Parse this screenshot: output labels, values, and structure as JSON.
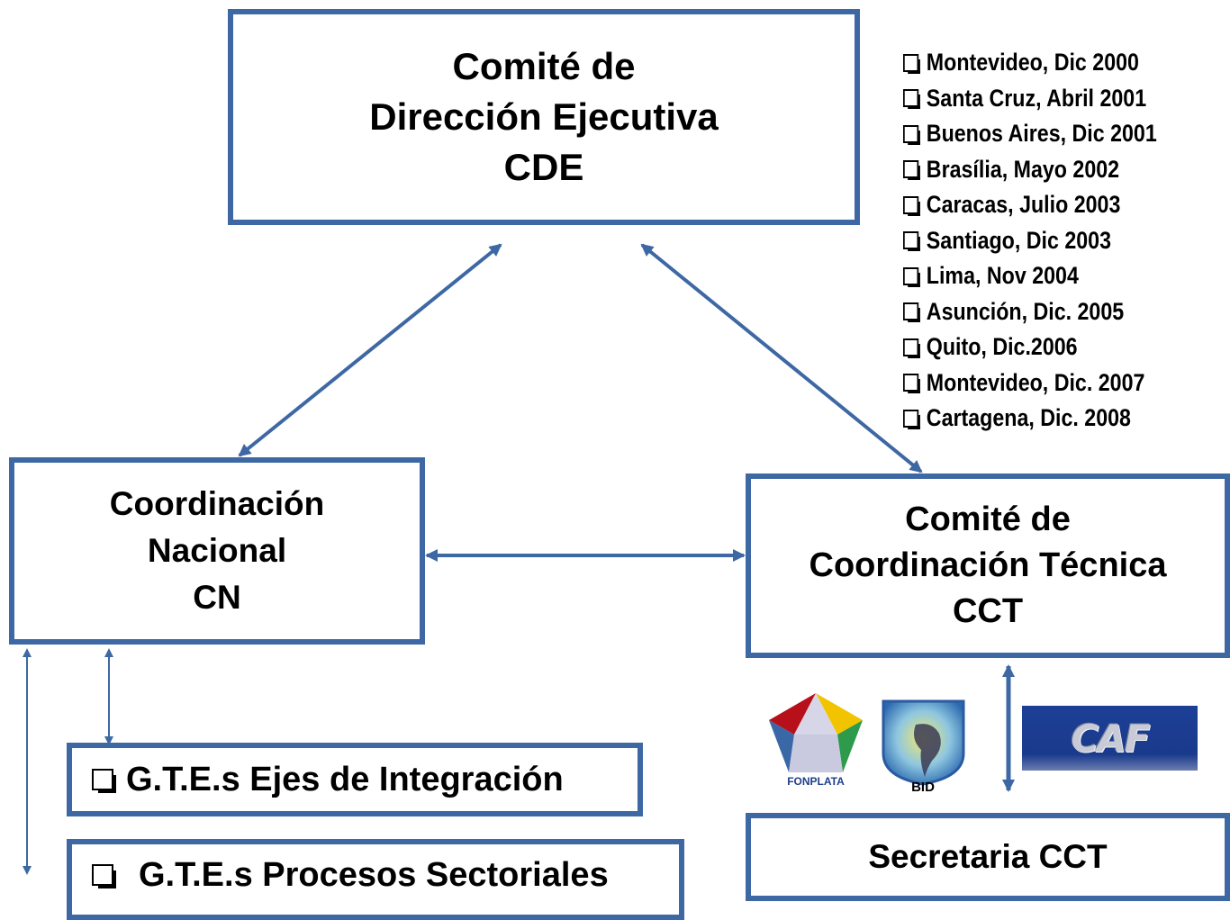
{
  "cde": {
    "line1": "Comité de",
    "line2": "Dirección Ejecutiva",
    "line3": "CDE"
  },
  "cn": {
    "line1": "Coordinación",
    "line2": "Nacional",
    "line3": "CN"
  },
  "cct": {
    "line1": "Comité de",
    "line2": "Coordinación Técnica",
    "line3": "CCT"
  },
  "secretaria": {
    "label": "Secretaria CCT"
  },
  "gte": {
    "ejes": "G.T.E.s Ejes de Integración",
    "procesos": "G.T.E.s Procesos Sectoriales"
  },
  "meetings": [
    "Montevideo, Dic 2000",
    "Santa Cruz, Abril 2001",
    "Buenos Aires, Dic 2001",
    "Brasília, Mayo 2002",
    "Caracas, Julio 2003",
    "Santiago, Dic 2003",
    "Lima, Nov 2004",
    "Asunción, Dic. 2005",
    "Quito, Dic.2006",
    "Montevideo, Dic. 2007",
    "Cartagena, Dic. 2008"
  ],
  "logos": {
    "fonplata": "FONPLATA",
    "bid": "BID",
    "caf": "CAF"
  },
  "colors": {
    "border": "#3e68a4",
    "arrow": "#3e68a4",
    "text": "#000000"
  }
}
